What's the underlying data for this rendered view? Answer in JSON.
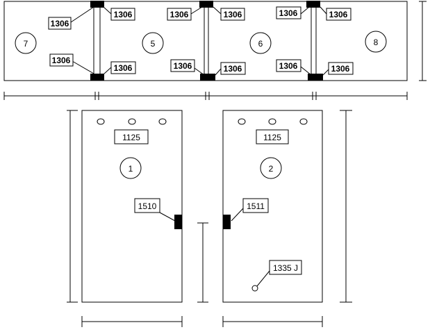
{
  "panels": {
    "top": {
      "circles": [
        "7",
        "5",
        "6",
        "8"
      ],
      "connectors": [
        {
          "top_left": "1306",
          "top_right": "1306",
          "bottom_left": "1306",
          "bottom_right": "1306"
        },
        {
          "top_left": "1306",
          "top_right": "1306",
          "bottom_left": "1306",
          "bottom_right": "1306"
        },
        {
          "top_left": "1306",
          "top_right": "1306",
          "bottom_left": "1306",
          "bottom_right": "1306"
        }
      ]
    },
    "left": {
      "circle": "1",
      "top_label": "1125",
      "side_label": "1510"
    },
    "right": {
      "circle": "2",
      "top_label": "1125",
      "side_label": "1511",
      "bottom_label": "1335 J"
    }
  },
  "colors": {
    "line": "#000000",
    "fill": "#ffffff",
    "block": "#000000"
  }
}
